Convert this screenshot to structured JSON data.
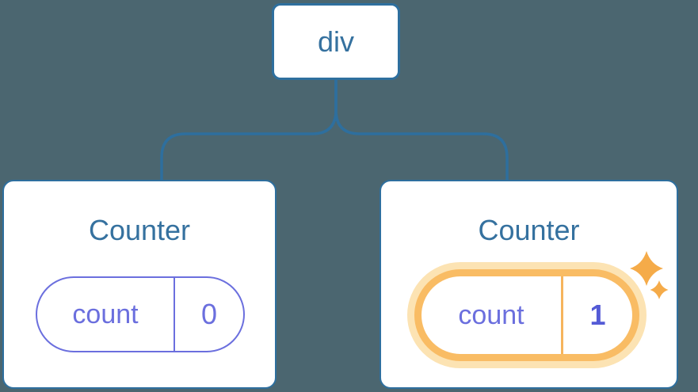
{
  "diagram": {
    "description": "Component tree: div root with two Counter children holding count state",
    "root": {
      "label": "div"
    },
    "children": [
      {
        "title": "Counter",
        "state": {
          "key": "count",
          "value": "0"
        },
        "highlighted": false
      },
      {
        "title": "Counter",
        "state": {
          "key": "count",
          "value": "1"
        },
        "highlighted": true
      }
    ]
  },
  "colors": {
    "background": "#4b6670",
    "node_border": "#2e6f9e",
    "node_text": "#35719f",
    "connector": "#2e6f9e",
    "card_bg": "#ffffff",
    "state_purple": "#6b6fde",
    "state_value_purple": "#545bd6",
    "highlight_orange": "#f9bc64",
    "highlight_halo": "#fce3b3",
    "highlight_divider": "#f6b45c",
    "sparkle": "#f5ab49"
  },
  "icons": {
    "sparkle_large": "four-point-star",
    "sparkle_small": "four-point-star"
  }
}
